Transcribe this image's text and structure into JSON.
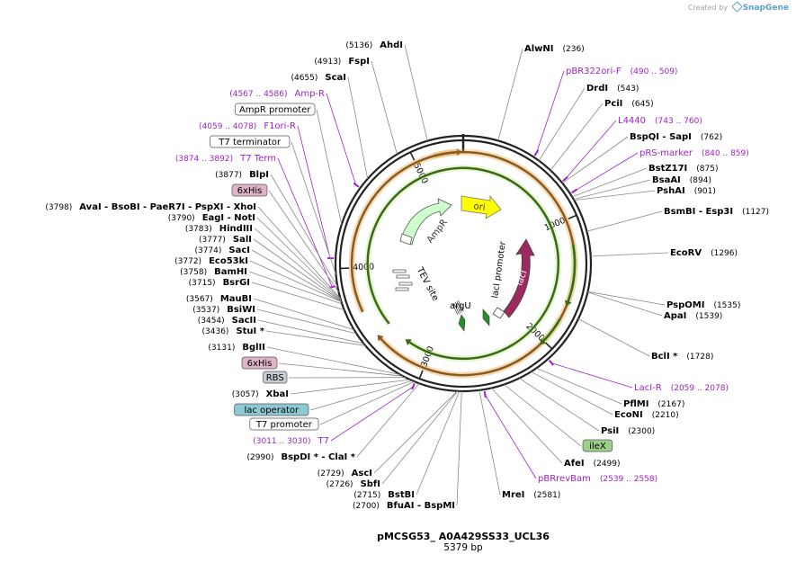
{
  "credit": {
    "prefix": "Created by",
    "brand": "SnapGene"
  },
  "plasmid": {
    "name": "pMCSG53_ A0A429SS33_UCL36",
    "size_label": "5379 bp",
    "length": 5379
  },
  "colors": {
    "feature_text": "#a020c8",
    "leader": "#888888",
    "ori": "#ffff00",
    "ampR": "#ccffcc",
    "lacI": "#9c2a5e",
    "amp_prom_arc": "#e39a32",
    "green_arc": "#5aa01e",
    "fill_6xhis": "#e0b4c8",
    "fill_rbs": "#c9ced6",
    "fill_lacop": "#8ec8d2",
    "fill_ilex": "#9ccf88"
  },
  "ring_ticks": [
    {
      "label": "1000",
      "pos": 1000
    },
    {
      "label": "2000",
      "pos": 2000
    },
    {
      "label": "3000",
      "pos": 3000
    },
    {
      "label": "4000",
      "pos": 4000
    },
    {
      "label": "5000",
      "pos": 5000
    }
  ],
  "inner_labels": [
    {
      "text": "ori"
    },
    {
      "text": "AmpR"
    },
    {
      "text": "lacI promoter"
    },
    {
      "text": "lacI"
    },
    {
      "text": "TEV site"
    },
    {
      "text": "argU"
    }
  ],
  "right_labels": [
    {
      "name": "AlwNI",
      "pos": "(236)",
      "kind": "enzyme",
      "bp": 236
    },
    {
      "name": "pBR322ori-F",
      "pos": "(490 .. 509)",
      "kind": "primer",
      "bp": 500
    },
    {
      "name": "DrdI",
      "pos": "(543)",
      "kind": "enzyme",
      "bp": 543
    },
    {
      "name": "PciI",
      "pos": "(645)",
      "kind": "enzyme",
      "bp": 645
    },
    {
      "name": "L4440",
      "pos": "(743 .. 760)",
      "kind": "primer",
      "bp": 752
    },
    {
      "name": "BspQI   - SapI",
      "pos": "(762)",
      "kind": "enzyme",
      "bp": 762
    },
    {
      "name": "pRS-marker",
      "pos": "(840 .. 859)",
      "kind": "primer",
      "bp": 850
    },
    {
      "name": "BstZ17I",
      "pos": "(875)",
      "kind": "enzyme",
      "bp": 875
    },
    {
      "name": "BsaAI",
      "pos": "(894)",
      "kind": "enzyme",
      "bp": 894
    },
    {
      "name": "PshAI",
      "pos": "(901)",
      "kind": "enzyme",
      "bp": 901
    },
    {
      "name": "BsmBI   - Esp3I",
      "pos": "(1127)",
      "kind": "enzyme",
      "bp": 1127
    },
    {
      "name": "EcoRV",
      "pos": "(1296)",
      "kind": "enzyme",
      "bp": 1296
    },
    {
      "name": "PspOMI",
      "pos": "(1535)",
      "kind": "enzyme",
      "bp": 1535
    },
    {
      "name": "ApaI",
      "pos": "(1539)",
      "kind": "enzyme",
      "bp": 1539
    },
    {
      "name": "BclI *",
      "pos": "(1728)",
      "kind": "enzyme",
      "bp": 1728
    },
    {
      "name": "LacI-R",
      "pos": "(2059 .. 2078)",
      "kind": "primer",
      "bp": 2068
    },
    {
      "name": "PflMI",
      "pos": "(2167)",
      "kind": "enzyme",
      "bp": 2167
    },
    {
      "name": "EcoNI",
      "pos": "(2210)",
      "kind": "enzyme",
      "bp": 2210
    },
    {
      "name": "PsiI",
      "pos": "(2300)",
      "kind": "enzyme",
      "bp": 2300
    },
    {
      "name": "ileX",
      "pos": "",
      "kind": "feature",
      "fill": "#9ccf88",
      "bp": 2410
    },
    {
      "name": "AfeI",
      "pos": "(2499)",
      "kind": "enzyme",
      "bp": 2499
    },
    {
      "name": "pBRrevBam",
      "pos": "(2539 .. 2558)",
      "kind": "primer",
      "bp": 2548
    },
    {
      "name": "MreI",
      "pos": "(2581)",
      "kind": "enzyme",
      "bp": 2581
    }
  ],
  "left_labels": [
    {
      "name": "AhdI",
      "pos": "(5136)",
      "kind": "enzyme",
      "bp": 5136
    },
    {
      "name": "FspI",
      "pos": "(4913)",
      "kind": "enzyme",
      "bp": 4913
    },
    {
      "name": "ScaI",
      "pos": "(4655)",
      "kind": "enzyme",
      "bp": 4655
    },
    {
      "name": "Amp-R",
      "pos": "(4567 .. 4586)",
      "kind": "primer",
      "bp": 4576
    },
    {
      "name": "AmpR promoter",
      "pos": "",
      "kind": "feature",
      "fill": "#ffffff",
      "bp": 4300
    },
    {
      "name": "F1ori-R",
      "pos": "(4059 .. 4078)",
      "kind": "primer",
      "bp": 4068
    },
    {
      "name": "T7 terminator",
      "pos": "",
      "kind": "feature",
      "fill": "#ffffff",
      "bp": 3960
    },
    {
      "name": "T7 Term",
      "pos": "(3874 .. 3892)",
      "kind": "primer",
      "bp": 3883
    },
    {
      "name": "BlpI",
      "pos": "(3877)",
      "kind": "enzyme",
      "bp": 3877
    },
    {
      "name": "6xHis",
      "pos": "",
      "kind": "feature",
      "fill": "#e0b4c8",
      "bp": 3840
    },
    {
      "name": "AvaI   - BsoBI   - PaeR7I   - PspXI   - XhoI",
      "pos": "(3798)",
      "kind": "enzyme",
      "bp": 3798
    },
    {
      "name": "EagI   - NotI",
      "pos": "(3790)",
      "kind": "enzyme",
      "bp": 3790
    },
    {
      "name": "HindIII",
      "pos": "(3783)",
      "kind": "enzyme",
      "bp": 3783
    },
    {
      "name": "SalI",
      "pos": "(3777)",
      "kind": "enzyme",
      "bp": 3777
    },
    {
      "name": "SacI",
      "pos": "(3774)",
      "kind": "enzyme",
      "bp": 3774
    },
    {
      "name": "Eco53kI",
      "pos": "(3772)",
      "kind": "enzyme",
      "bp": 3772
    },
    {
      "name": "BamHI",
      "pos": "(3758)",
      "kind": "enzyme",
      "bp": 3758
    },
    {
      "name": "BsrGI",
      "pos": "(3715)",
      "kind": "enzyme",
      "bp": 3715
    },
    {
      "name": "MauBI",
      "pos": "(3567)",
      "kind": "enzyme",
      "bp": 3567
    },
    {
      "name": "BsiWI",
      "pos": "(3537)",
      "kind": "enzyme",
      "bp": 3537
    },
    {
      "name": "SacII",
      "pos": "(3454)",
      "kind": "enzyme",
      "bp": 3454
    },
    {
      "name": "StuI *",
      "pos": "(3436)",
      "kind": "enzyme",
      "bp": 3436
    },
    {
      "name": "BglII",
      "pos": "(3131)",
      "kind": "enzyme",
      "bp": 3131
    },
    {
      "name": "6xHis",
      "pos": "",
      "kind": "feature",
      "fill": "#e0b4c8",
      "bp": 3110
    },
    {
      "name": "RBS",
      "pos": "",
      "kind": "feature",
      "fill": "#c9ced6",
      "bp": 3090
    },
    {
      "name": "XbaI",
      "pos": "(3057)",
      "kind": "enzyme",
      "bp": 3057
    },
    {
      "name": "lac operator",
      "pos": "",
      "kind": "feature",
      "fill": "#8ec8d2",
      "bp": 3040
    },
    {
      "name": "T7 promoter",
      "pos": "",
      "kind": "feature",
      "fill": "#ffffff",
      "bp": 3025
    },
    {
      "name": "T7",
      "pos": "(3011 .. 3030)",
      "kind": "primer",
      "bp": 3020
    },
    {
      "name": "BspDI *   - ClaI *",
      "pos": "(2990)",
      "kind": "enzyme",
      "bp": 2990
    },
    {
      "name": "AscI",
      "pos": "(2729)",
      "kind": "enzyme",
      "bp": 2729
    },
    {
      "name": "SbfI",
      "pos": "(2726)",
      "kind": "enzyme",
      "bp": 2726
    },
    {
      "name": "BstBI",
      "pos": "(2715)",
      "kind": "enzyme",
      "bp": 2715
    },
    {
      "name": "BfuAI   - BspMI",
      "pos": "(2700)",
      "kind": "enzyme",
      "bp": 2700
    }
  ]
}
